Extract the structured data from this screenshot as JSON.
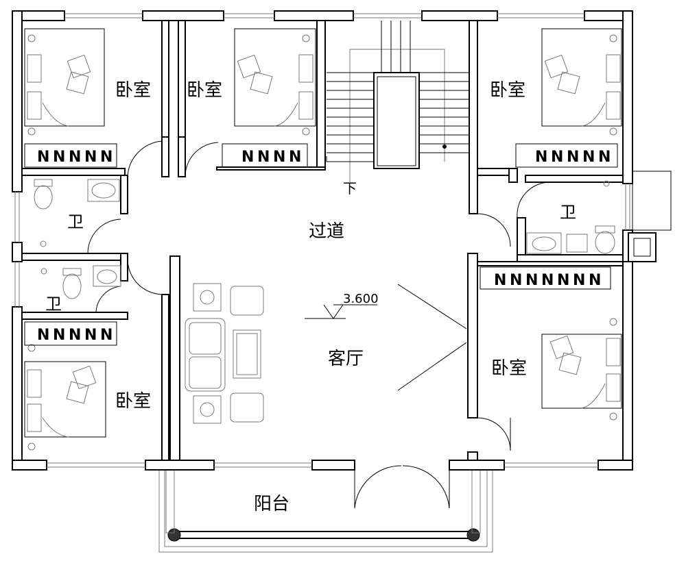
{
  "title": "",
  "rooms": {
    "bedroom_top_left": "卧室",
    "bedroom_top_mid": "卧室",
    "bedroom_top_right": "卧室",
    "bedroom_bottom_left": "卧室",
    "bedroom_bottom_right": "卧室",
    "bath_left_upper": "卫",
    "bath_left_lower": "卫",
    "bath_right": "卫",
    "corridor": "过道",
    "living_room": "客厅",
    "balcony": "阳台"
  },
  "stair": {
    "down_label": "下"
  },
  "elevation": {
    "value": "3.600"
  },
  "wardrobe_mark": "N"
}
